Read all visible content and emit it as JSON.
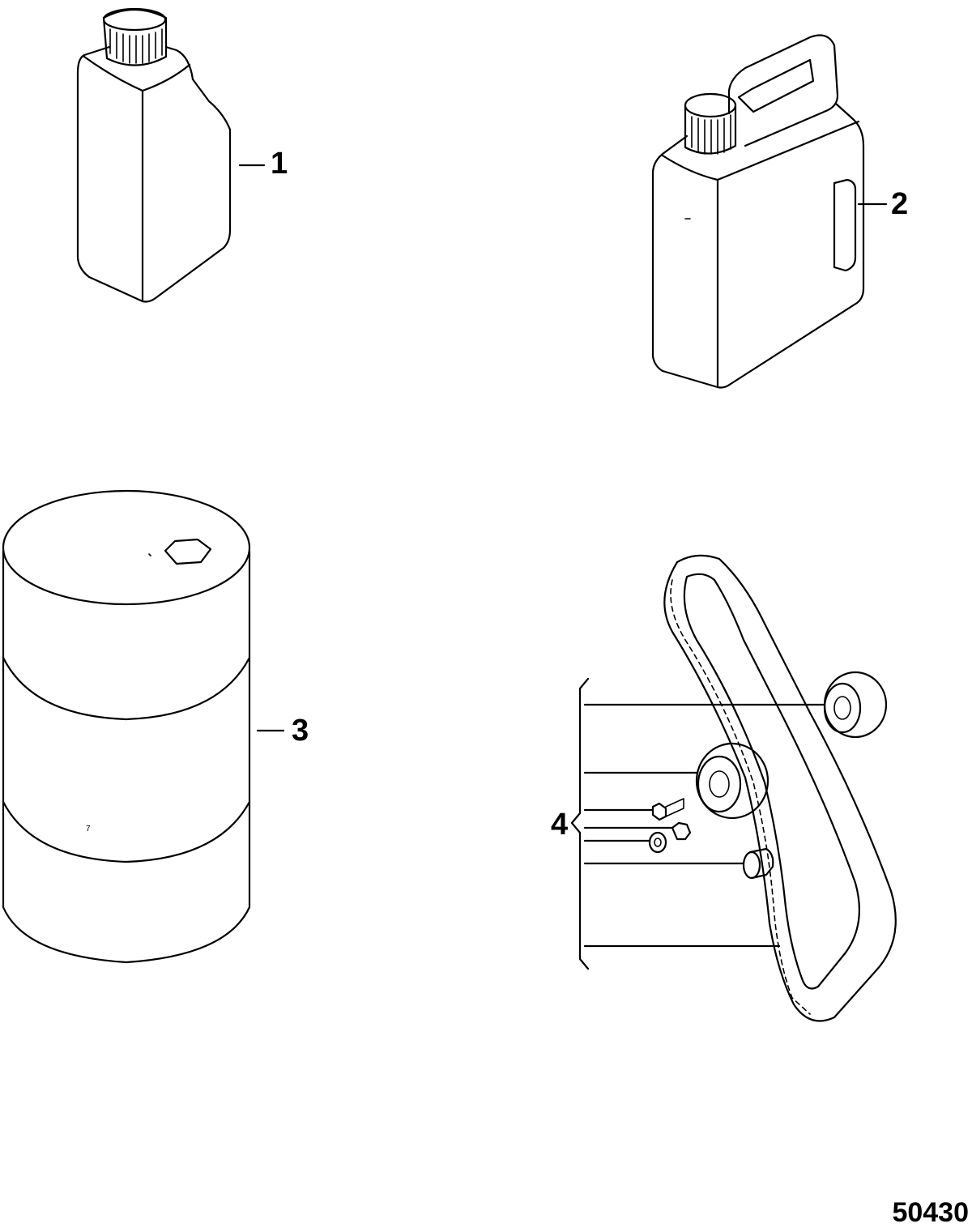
{
  "callouts": [
    {
      "id": "1",
      "label": "1"
    },
    {
      "id": "2",
      "label": "2"
    },
    {
      "id": "3",
      "label": "3"
    },
    {
      "id": "4",
      "label": "4"
    }
  ],
  "figure_number": "50430",
  "colors": {
    "line": "#000000",
    "background": "#ffffff"
  }
}
